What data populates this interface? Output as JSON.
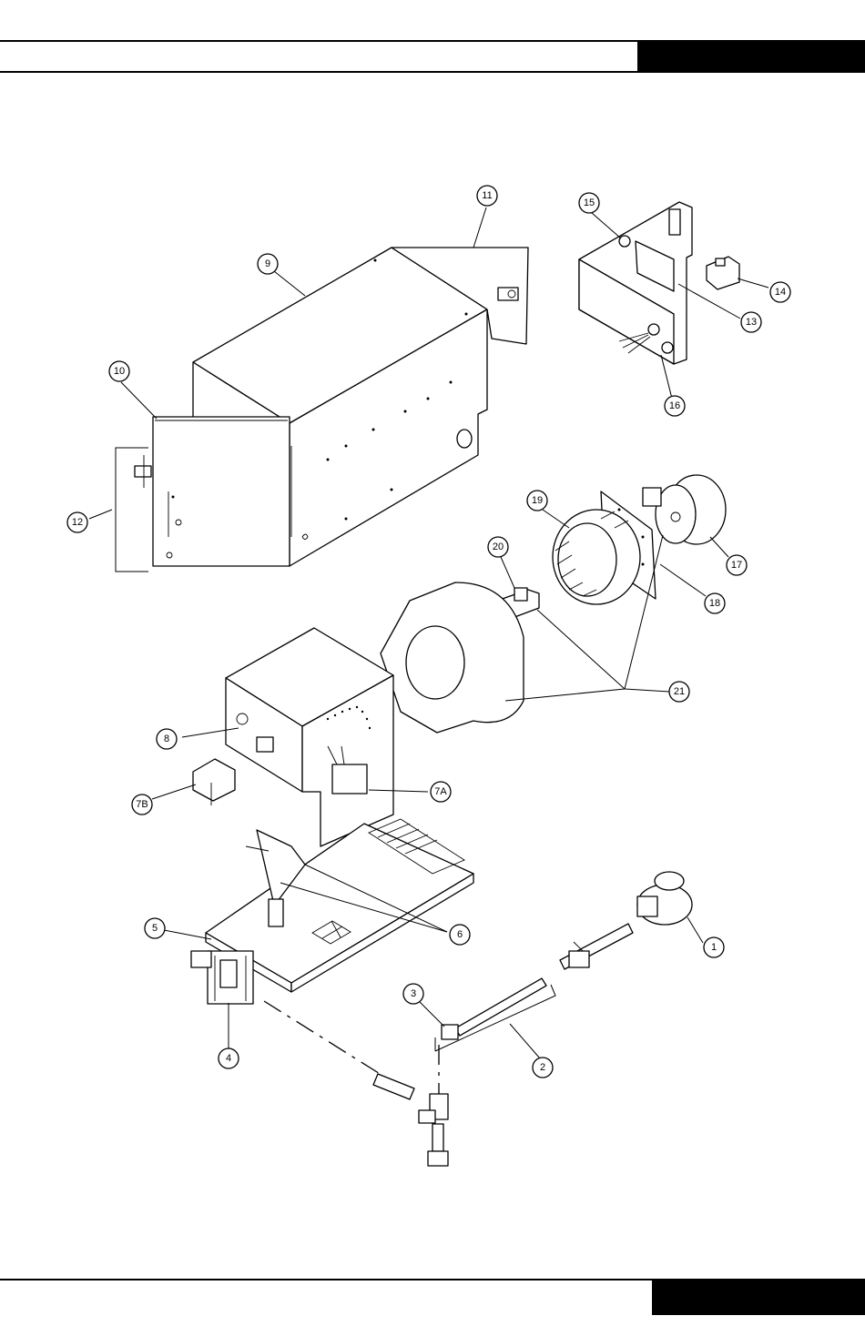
{
  "callouts": [
    {
      "id": "c1",
      "label": "1"
    },
    {
      "id": "c2",
      "label": "2"
    },
    {
      "id": "c3",
      "label": "3"
    },
    {
      "id": "c4",
      "label": "4"
    },
    {
      "id": "c5",
      "label": "5"
    },
    {
      "id": "c6",
      "label": "6"
    },
    {
      "id": "c7a",
      "label": "7A"
    },
    {
      "id": "c7b",
      "label": "7B"
    },
    {
      "id": "c8",
      "label": "8"
    },
    {
      "id": "c9",
      "label": "9"
    },
    {
      "id": "c10",
      "label": "10"
    },
    {
      "id": "c11",
      "label": "11"
    },
    {
      "id": "c12",
      "label": "12"
    },
    {
      "id": "c13",
      "label": "13"
    },
    {
      "id": "c14",
      "label": "14"
    },
    {
      "id": "c15",
      "label": "15"
    },
    {
      "id": "c16",
      "label": "16"
    },
    {
      "id": "c17",
      "label": "17"
    },
    {
      "id": "c18",
      "label": "18"
    },
    {
      "id": "c19",
      "label": "19"
    },
    {
      "id": "c20",
      "label": "20"
    },
    {
      "id": "c21",
      "label": "21"
    }
  ]
}
